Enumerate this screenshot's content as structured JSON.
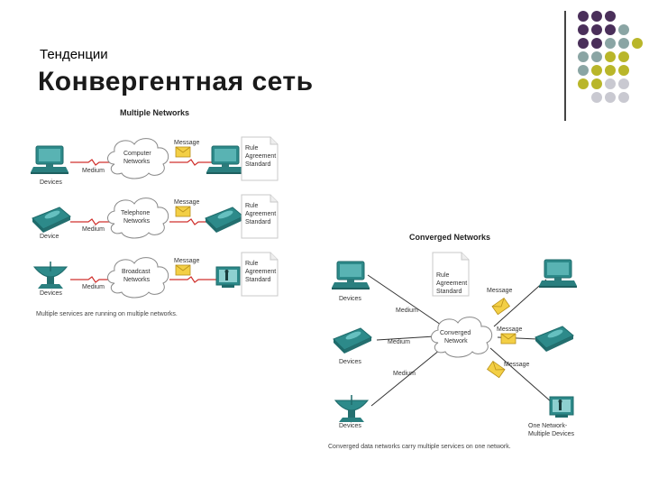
{
  "slide": {
    "subtitle": "Тенденции",
    "title": "Конвергентная сеть"
  },
  "palette": {
    "purple": "#4a2f5a",
    "teal": "#8aa5a4",
    "olive": "#b9b62a",
    "gray": "#c9c9d1"
  },
  "multiple": {
    "header": "Multiple Networks",
    "rows": [
      {
        "cloud": [
          "Computer",
          "Networks"
        ],
        "medium": "Medium",
        "devices": "Devices",
        "message": "Message",
        "rules": [
          "Rule",
          "Agreement",
          "Standard"
        ],
        "device_icon": "computer-icon"
      },
      {
        "cloud": [
          "Telephone",
          "Networks"
        ],
        "medium": "Medium",
        "devices": "Device",
        "message": "Message",
        "rules": [
          "Rule",
          "Agreement",
          "Standard"
        ],
        "device_icon": "telephone-icon"
      },
      {
        "cloud": [
          "Broadcast",
          "Networks"
        ],
        "medium": "Medium",
        "devices": "Devices",
        "message": "Message",
        "rules": [
          "Rule",
          "Agreement",
          "Standard"
        ],
        "device_icon": "satellite-dish-icon"
      }
    ],
    "caption": "Multiple services are running on multiple networks."
  },
  "converged": {
    "header": "Converged Networks",
    "cloud": [
      "Converged",
      "Network"
    ],
    "rules": [
      "Rule",
      "Agreement",
      "Standard"
    ],
    "message": "Message",
    "medium": "Medium",
    "devices": "Devices",
    "one_network": [
      "One Network-",
      "Multiple Devices"
    ],
    "caption": "Converged data networks carry multiple services on one network."
  }
}
